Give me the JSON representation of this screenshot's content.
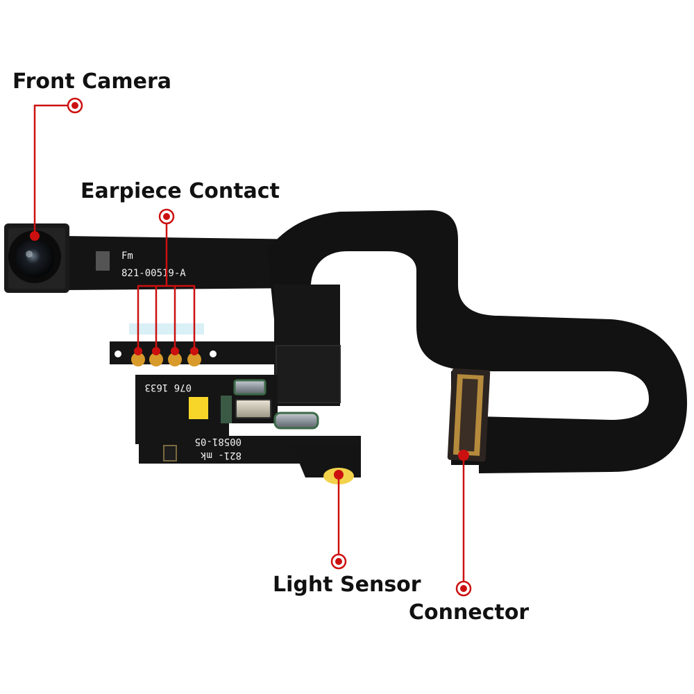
{
  "labels": {
    "front_camera": "Front Camera",
    "earpiece_contact": "Earpiece Contact",
    "light_sensor": "Light Sensor",
    "connector": "Connector"
  },
  "silkscreen": {
    "part_number": "821-00519-A",
    "marking_top": "Fm",
    "marking_code": "076 1633",
    "part_number_2": "00581-05",
    "marking_mk": "821- mk"
  },
  "colors": {
    "callout_red": "#cc1010",
    "flex_black": "#101010",
    "gold_pad": "#d89a2a",
    "sensor_yellow": "#f2d24a"
  }
}
